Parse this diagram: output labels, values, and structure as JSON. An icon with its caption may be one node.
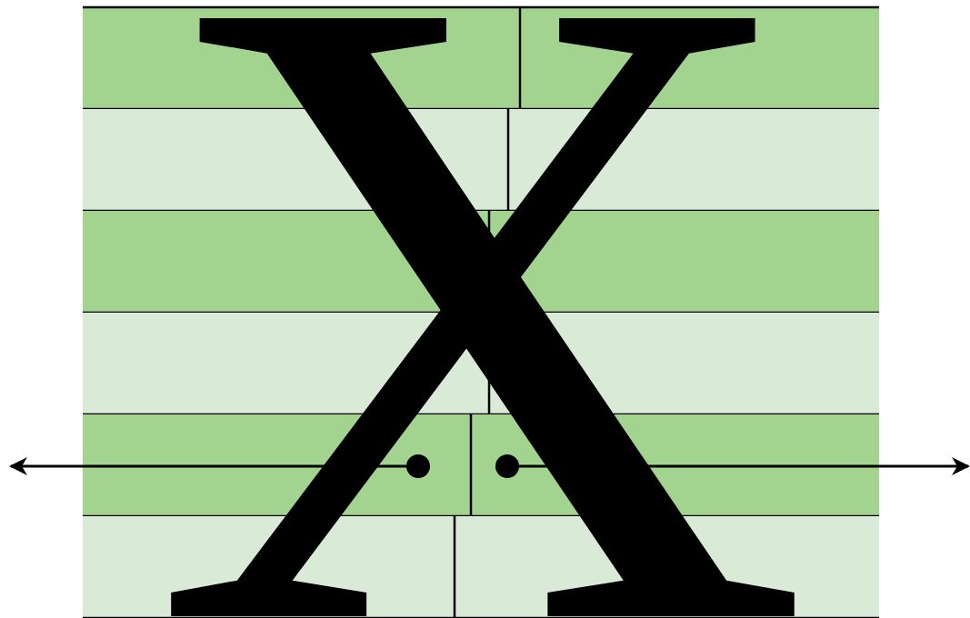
{
  "diagram": {
    "nodes": [
      {
        "text": [],
        "shape": "circle"
      },
      {
        "text": [],
        "shape": "circle"
      }
    ],
    "edges": [
      {
        "from": 0,
        "to": null,
        "arrow": "to"
      },
      {
        "from": 1,
        "to": null,
        "arrow": "to"
      }
    ],
    "labels": [
      "X"
    ]
  }
}
